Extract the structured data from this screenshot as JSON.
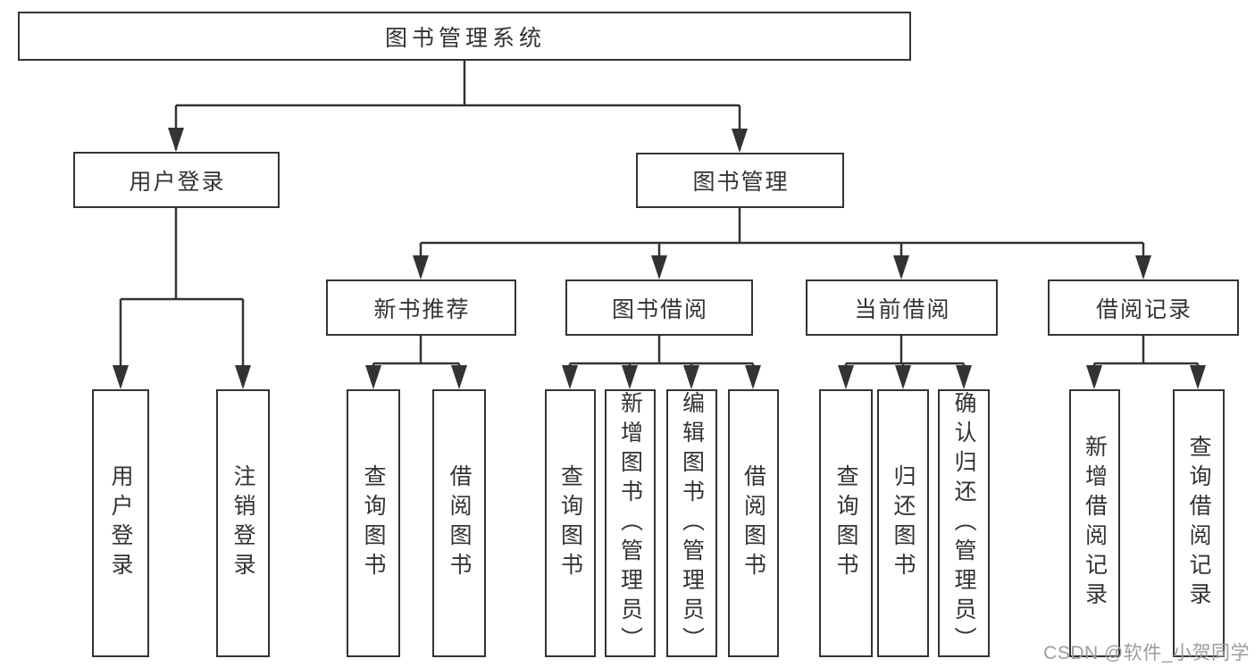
{
  "tree": {
    "label": "图书管理系统",
    "children": [
      {
        "label": "用户登录",
        "children": [
          {
            "label": "用户登录"
          },
          {
            "label": "注销登录"
          }
        ]
      },
      {
        "label": "图书管理",
        "children": [
          {
            "label": "新书推荐",
            "children": [
              {
                "label": "查询图书"
              },
              {
                "label": "借阅图书"
              }
            ]
          },
          {
            "label": "图书借阅",
            "children": [
              {
                "label": "查询图书"
              },
              {
                "label": "新增图书（管理员）"
              },
              {
                "label": "编辑图书（管理员）"
              },
              {
                "label": "借阅图书"
              }
            ]
          },
          {
            "label": "当前借阅",
            "children": [
              {
                "label": "查询图书"
              },
              {
                "label": "归还图书"
              },
              {
                "label": "确认归还（管理员）"
              }
            ]
          },
          {
            "label": "借阅记录",
            "children": [
              {
                "label": "新增借阅记录"
              },
              {
                "label": "查询借阅记录"
              }
            ]
          }
        ]
      }
    ]
  },
  "watermark": "CSDN @软件_小贺同学",
  "colors": {
    "line": "#333333",
    "box_border": "#333333",
    "text": "#333333",
    "watermark": "#9c9c9c",
    "background": "#ffffff"
  }
}
